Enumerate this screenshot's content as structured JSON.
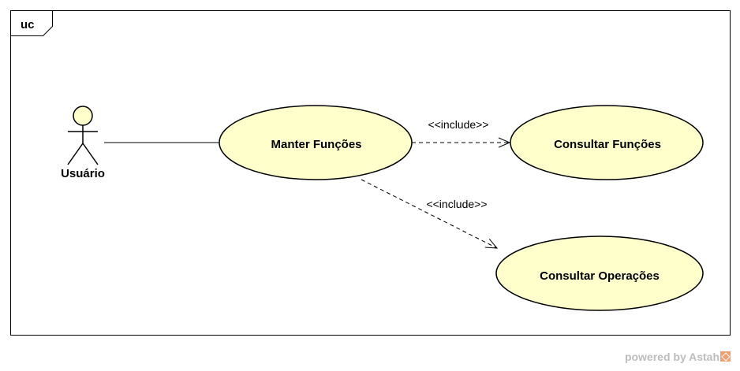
{
  "diagram": {
    "frame_label": "uc",
    "actor": {
      "name": "Usuário"
    },
    "use_cases": {
      "main": "Manter Funções",
      "consult_functions": "Consultar Funções",
      "consult_operations": "Consultar Operações"
    },
    "relations": {
      "include_1": "<<include>>",
      "include_2": "<<include>>"
    },
    "colors": {
      "use_case_fill": "#FFFFCC",
      "stroke": "#000000"
    }
  },
  "footer": {
    "powered_by": "powered by Astah"
  }
}
